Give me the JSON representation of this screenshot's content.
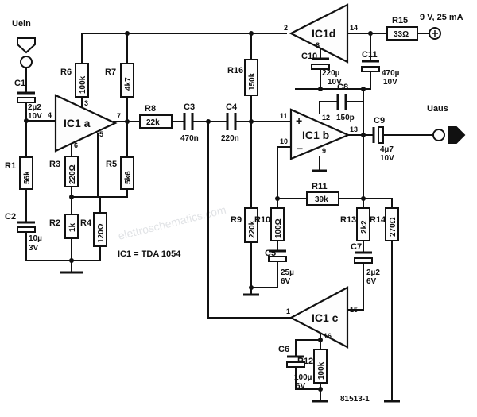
{
  "input_label": "Uein",
  "output_label": "Uaus",
  "supply_label": "9 V, 25 mA",
  "ic_note": "IC1 = TDA 1054",
  "drawing_number": "81513-1",
  "watermark": "elettroschematics.com",
  "amplifiers": {
    "a": {
      "name": "IC1 a",
      "pins": {
        "in": "4",
        "fb": "3",
        "out": "7",
        "p6": "6",
        "p5": "5"
      }
    },
    "b": {
      "name": "IC1 b",
      "pins": {
        "plus": "11",
        "minus": "10",
        "p12": "12",
        "out": "13",
        "p9": "9"
      }
    },
    "c": {
      "name": "IC1 c",
      "pins": {
        "in": "1",
        "p16": "16",
        "p15": "15"
      }
    },
    "d": {
      "name": "IC1d",
      "pins": {
        "in": "2",
        "out": "14",
        "p8": "8"
      }
    }
  },
  "resistors": {
    "R1": {
      "name": "R1",
      "value": "56k"
    },
    "R2": {
      "name": "R2",
      "value": "1k"
    },
    "R3": {
      "name": "R3",
      "value": "220Ω"
    },
    "R4": {
      "name": "R4",
      "value": "120Ω"
    },
    "R5": {
      "name": "R5",
      "value": "5k6"
    },
    "R6": {
      "name": "R6",
      "value": "100k"
    },
    "R7": {
      "name": "R7",
      "value": "4k7"
    },
    "R8": {
      "name": "R8",
      "value": "22k"
    },
    "R9": {
      "name": "R9",
      "value": "220k"
    },
    "R10": {
      "name": "R10",
      "value": "100Ω"
    },
    "R11": {
      "name": "R11",
      "value": "39k"
    },
    "R12": {
      "name": "R12",
      "value": "100k"
    },
    "R13": {
      "name": "R13",
      "value": "2k2"
    },
    "R14": {
      "name": "R14",
      "value": "270Ω"
    },
    "R15": {
      "name": "R15",
      "value": "33Ω"
    },
    "R16": {
      "name": "R16",
      "value": "150k"
    }
  },
  "capacitors": {
    "C1": {
      "name": "C1",
      "value": "2µ2",
      "voltage": "10V"
    },
    "C2": {
      "name": "C2",
      "value": "10µ",
      "voltage": "3V"
    },
    "C3": {
      "name": "C3",
      "value": "470n"
    },
    "C4": {
      "name": "C4",
      "value": "220n"
    },
    "C5": {
      "name": "C5",
      "value": "25µ",
      "voltage": "6V"
    },
    "C6": {
      "name": "C6",
      "value": "100µ",
      "voltage": "6V"
    },
    "C7": {
      "name": "C7",
      "value": "2µ2",
      "voltage": "6V"
    },
    "C8": {
      "name": "C8",
      "value": "150p"
    },
    "C9": {
      "name": "C9",
      "value": "4µ7",
      "voltage": "10V"
    },
    "C10": {
      "name": "C10",
      "value": "220µ",
      "voltage": "10V"
    },
    "C11": {
      "name": "C11",
      "value": "470µ",
      "voltage": "10V"
    }
  }
}
